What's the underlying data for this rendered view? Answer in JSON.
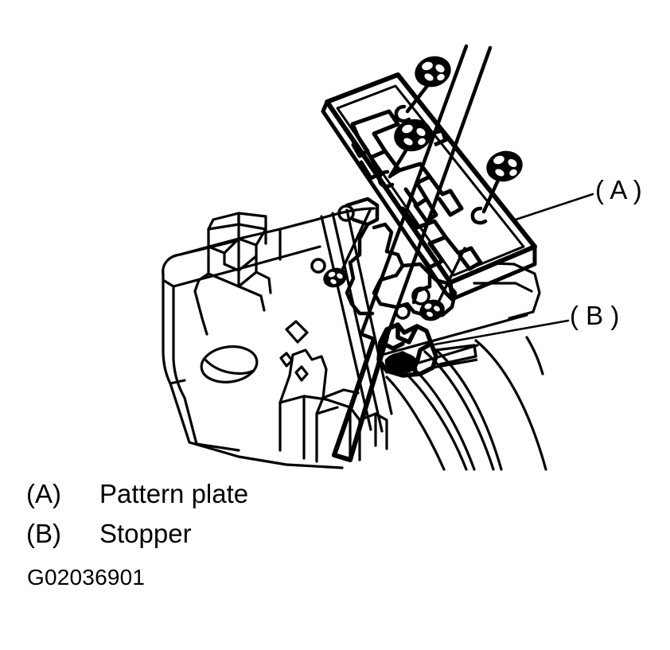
{
  "figure": {
    "code": "G02036901",
    "background_color": "#ffffff",
    "line_color": "#000000",
    "type": "technical-line-drawing",
    "subject": "Transmission shift console with pattern plate and stopper"
  },
  "callouts": [
    {
      "id": "A",
      "text": "( A )",
      "target": "pattern-plate"
    },
    {
      "id": "B",
      "text": "( B )",
      "target": "stopper"
    }
  ],
  "legend": {
    "rows": [
      {
        "key": "(A)",
        "label": "Pattern plate"
      },
      {
        "key": "(B)",
        "label": "Stopper"
      }
    ]
  },
  "parts": {
    "screws": [
      {
        "name": "screw-head-top",
        "note": "cross-slot fastener, upper"
      },
      {
        "name": "screw-head-middle",
        "note": "cross-slot fastener, middle"
      },
      {
        "name": "screw-head-right",
        "note": "cross-slot fastener, right"
      },
      {
        "name": "screw-head-lower-left",
        "note": "cross-slot fastener, lower left"
      },
      {
        "name": "screw-head-lower-center",
        "note": "cross-slot fastener, lower center"
      }
    ],
    "shift_lever": {
      "name": "shift-lever-rod"
    },
    "pattern_plate": {
      "name": "pattern-plate"
    },
    "stopper": {
      "name": "stopper"
    },
    "console_body": {
      "name": "console-body"
    }
  }
}
